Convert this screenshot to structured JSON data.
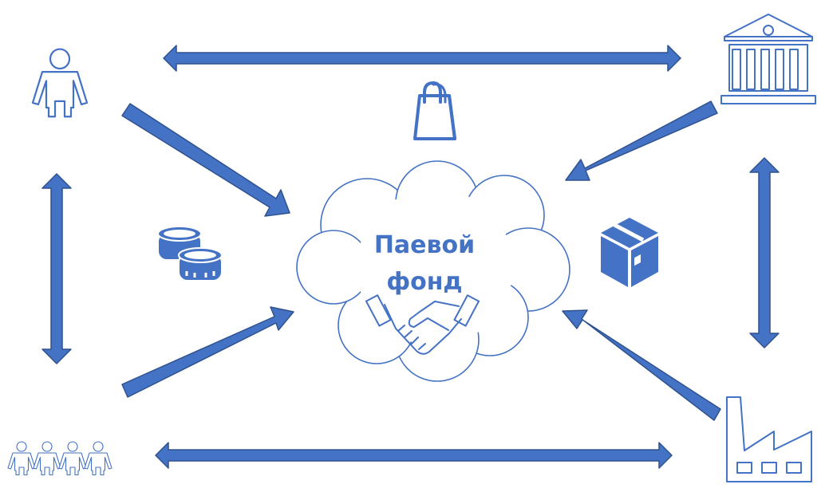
{
  "colors": {
    "primary": "#4472c4",
    "arrow_fill": "#4472c4",
    "arrow_stroke": "#2f528f",
    "background": "#ffffff"
  },
  "center": {
    "label_line1": "Паевой",
    "label_line2": "фонд",
    "shape": "cloud",
    "icon": "handshake-icon"
  },
  "nodes": [
    {
      "id": "person",
      "icon": "person-icon"
    },
    {
      "id": "bank",
      "icon": "bank-building-icon"
    },
    {
      "id": "group",
      "icon": "people-group-icon"
    },
    {
      "id": "factory",
      "icon": "factory-icon"
    }
  ],
  "decorations": [
    {
      "id": "shopping-bag",
      "icon": "shopping-bag-icon"
    },
    {
      "id": "coins",
      "icon": "coins-icon"
    },
    {
      "id": "package",
      "icon": "package-box-icon"
    }
  ],
  "connections": [
    {
      "from": "person",
      "to": "bank",
      "direction": "both"
    },
    {
      "from": "group",
      "to": "factory",
      "direction": "both"
    },
    {
      "from": "person",
      "to": "group",
      "direction": "both"
    },
    {
      "from": "bank",
      "to": "factory",
      "direction": "both"
    },
    {
      "from": "person",
      "to": "center",
      "direction": "to"
    },
    {
      "from": "bank",
      "to": "center",
      "direction": "to"
    },
    {
      "from": "group",
      "to": "center",
      "direction": "to"
    },
    {
      "from": "factory",
      "to": "center",
      "direction": "to"
    }
  ]
}
